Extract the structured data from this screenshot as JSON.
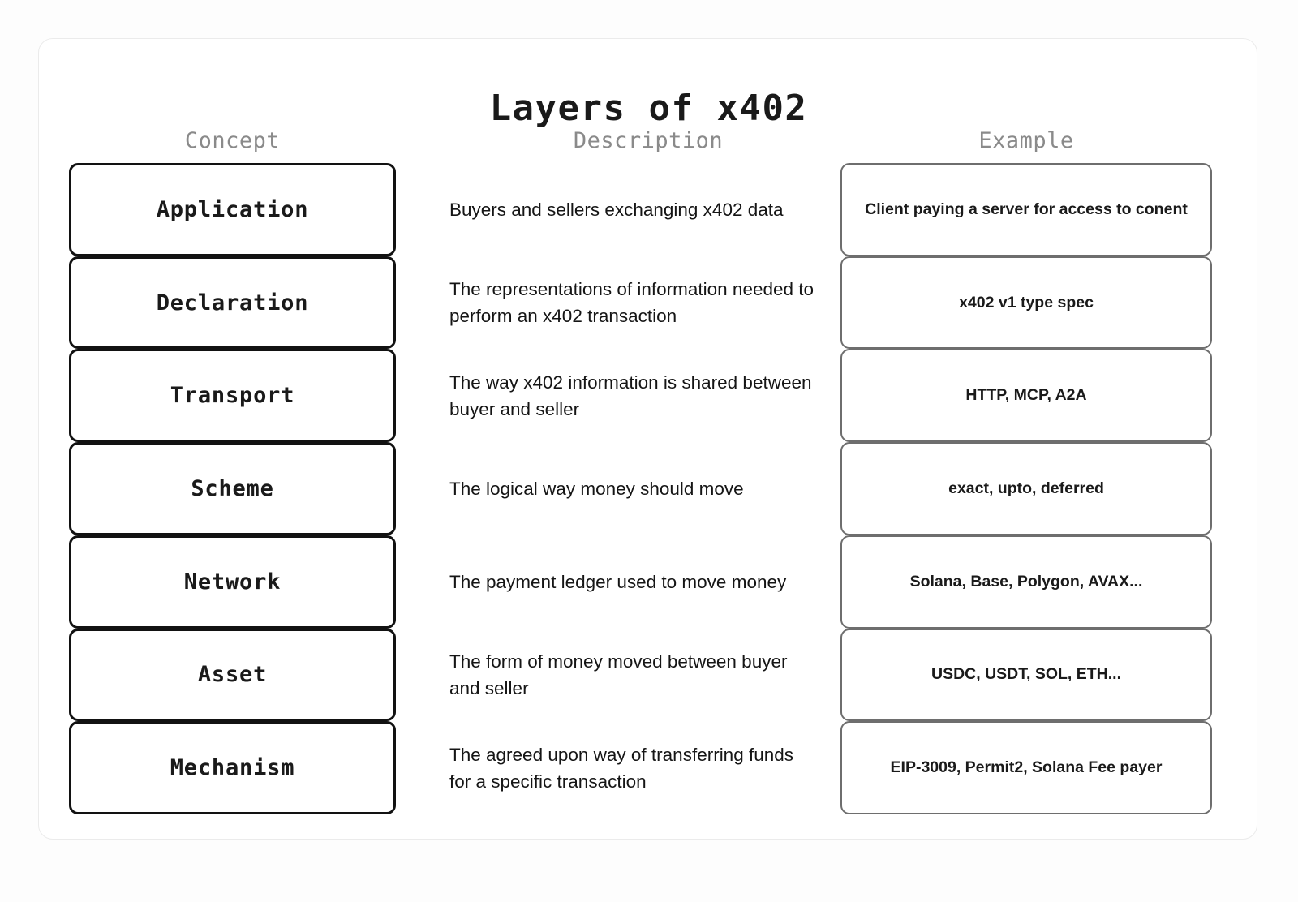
{
  "page": {
    "title": "Layers of x402",
    "background_color": "#fdfdfd",
    "card_border_color": "#ebebeb"
  },
  "columns": {
    "concept_header": "Concept",
    "description_header": "Description",
    "example_header": "Example",
    "header_color": "#8a8a8a",
    "concept_border_color": "#121212",
    "example_border_color": "#6e6e6e"
  },
  "rows": [
    {
      "concept": "Application",
      "description": "Buyers and sellers exchanging x402 data",
      "example": "Client paying a server for access to conent"
    },
    {
      "concept": "Declaration",
      "description": "The representations of information needed to perform an x402 transaction",
      "example": "x402 v1 type spec"
    },
    {
      "concept": "Transport",
      "description": "The way x402 information is shared between buyer and seller",
      "example": "HTTP, MCP, A2A"
    },
    {
      "concept": "Scheme",
      "description": "The logical way money should move",
      "example": "exact, upto, deferred"
    },
    {
      "concept": "Network",
      "description": "The payment ledger used to move money",
      "example": "Solana, Base, Polygon, AVAX..."
    },
    {
      "concept": "Asset",
      "description": "The form of money moved between buyer and seller",
      "example": "USDC, USDT, SOL, ETH..."
    },
    {
      "concept": "Mechanism",
      "description": "The agreed upon way of transferring funds for a specific transaction",
      "example": "EIP-3009, Permit2, Solana Fee payer"
    }
  ]
}
